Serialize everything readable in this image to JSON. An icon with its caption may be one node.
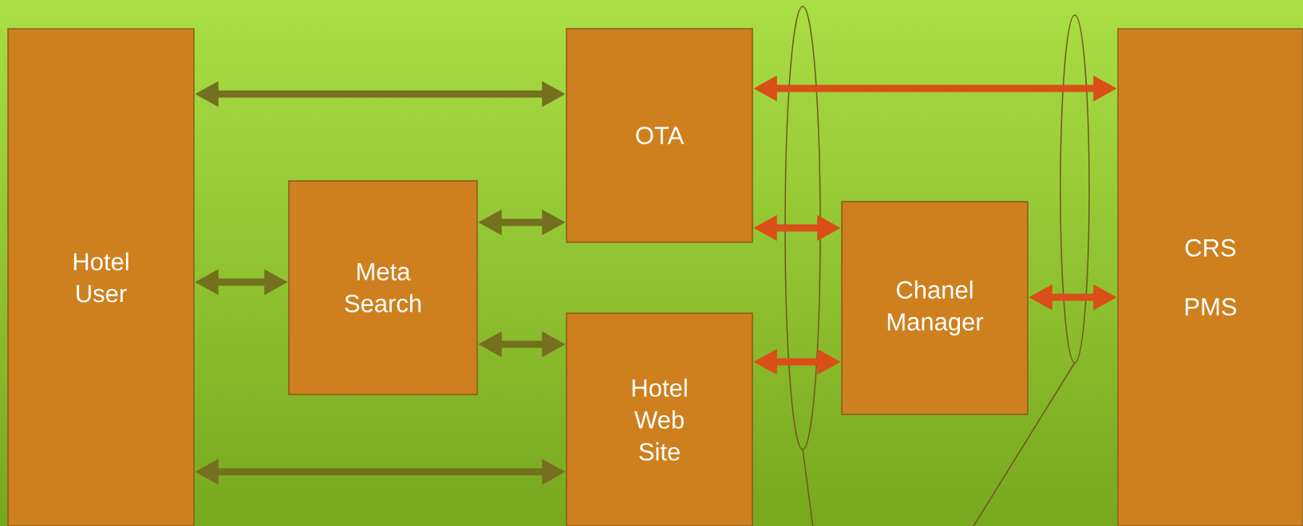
{
  "diagram": {
    "nodes": [
      {
        "text": [
          "Hotel User"
        ]
      },
      {
        "text": [
          "OTA"
        ]
      },
      {
        "text": [
          "Meta Search"
        ]
      },
      {
        "text": [
          "Hotel Web Site"
        ]
      },
      {
        "text": [
          "Chanel Manager"
        ]
      },
      {
        "text": [
          "CRS",
          "PMS"
        ]
      }
    ],
    "edges": [
      {
        "from": 0,
        "to": 1,
        "arrow": "both"
      },
      {
        "from": 0,
        "to": 2,
        "arrow": "both"
      },
      {
        "from": 0,
        "to": 3,
        "arrow": "both"
      },
      {
        "from": 2,
        "to": 1,
        "arrow": "both"
      },
      {
        "from": 2,
        "to": 3,
        "arrow": "both"
      },
      {
        "from": 1,
        "to": 5,
        "arrow": "both",
        "color": "#d94f17"
      },
      {
        "from": 1,
        "to": 4,
        "arrow": "both",
        "color": "#d94f17"
      },
      {
        "from": 3,
        "to": 4,
        "arrow": "both",
        "color": "#d94f17"
      },
      {
        "from": 4,
        "to": 5,
        "arrow": "both",
        "color": "#d94f17"
      }
    ]
  }
}
